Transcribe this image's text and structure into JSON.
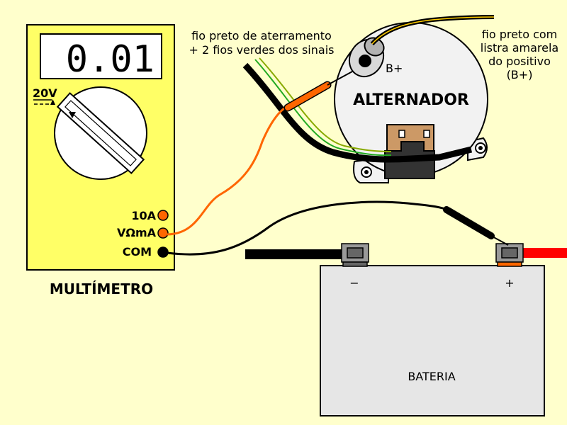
{
  "multimeter": {
    "display": "0.01",
    "range_label": "20V",
    "range_symbol": "⎓",
    "terminals": [
      "10A",
      "VΩmA",
      "COM"
    ],
    "label": "MULTÍMETRO"
  },
  "alternator": {
    "label": "ALTERNADOR",
    "terminal": "B+"
  },
  "battery": {
    "label": "BATERIA",
    "negative": "−",
    "positive": "+"
  },
  "notes": {
    "ground_wire": [
      "fio preto de aterramento",
      "+ 2 fios verdes dos sinais"
    ],
    "positive_wire": [
      "fio preto com",
      "listra amarela",
      "do positivo",
      "(B+)"
    ]
  },
  "colors": {
    "background": "#ffffcc",
    "meter_body": "#ffff66",
    "probe_red": "#ff6600",
    "probe_black": "#000000",
    "battery_cable_red": "#ff0000",
    "alternator_body": "#f2f2f2",
    "battery_body": "#e6e6e6"
  }
}
